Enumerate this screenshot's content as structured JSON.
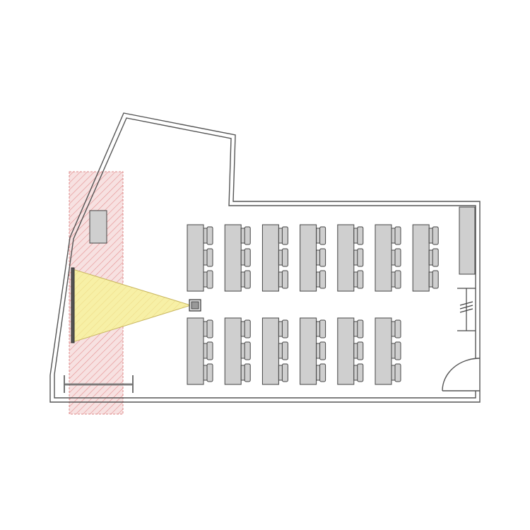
{
  "colors": {
    "background": "#ffffff",
    "wall": "#555555",
    "furniture_fill": "#cfcfcf",
    "furniture_stroke": "#444444",
    "hatch": "#e07a7a",
    "hatch_fill": "#f7e1e1",
    "projection": "#f7f0a6"
  },
  "layout": {
    "top_rows": 7,
    "bottom_rows": 6,
    "chairs_per_table": 3
  }
}
